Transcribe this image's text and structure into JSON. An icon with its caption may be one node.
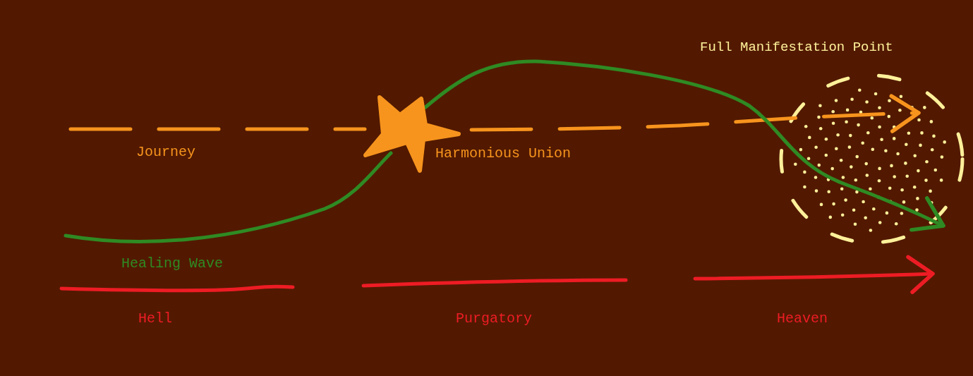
{
  "diagram": {
    "nodes": [
      {
        "text": [
          "Full Manifestation Point"
        ]
      },
      {
        "text": [
          "Harmonious Union"
        ]
      }
    ],
    "edges": [
      {
        "from": null,
        "to": 1,
        "arrow": "none",
        "label": "Journey",
        "style": "dashed",
        "color": "#f7941d"
      },
      {
        "from": 1,
        "to": 0,
        "arrow": "to",
        "style": "dashed",
        "color": "#f7941d"
      },
      {
        "from": null,
        "to": 1,
        "arrow": "none",
        "label": "Healing Wave",
        "color": "#2f8a23"
      },
      {
        "from": 1,
        "to": 0,
        "arrow": "to",
        "color": "#2f8a23"
      }
    ],
    "labels": [
      "Hell",
      "Purgatory",
      "Heaven"
    ]
  }
}
